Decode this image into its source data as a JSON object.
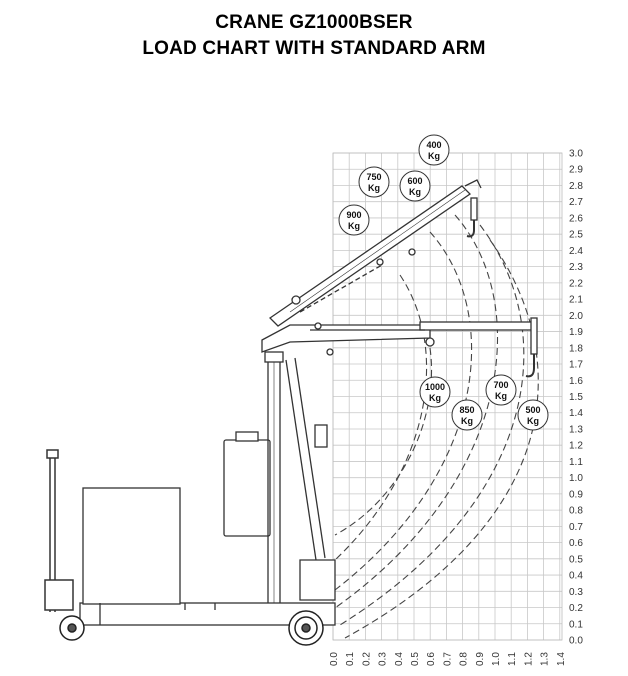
{
  "title": {
    "line1": "CRANE GZ1000BSER",
    "line2": "LOAD CHART WITH STANDARD ARM"
  },
  "axes": {
    "x_ticks": [
      "0.0",
      "0.1",
      "0.2",
      "0.3",
      "0.4",
      "0.5",
      "0.6",
      "0.7",
      "0.8",
      "0.9",
      "1.0",
      "1.1",
      "1.2",
      "1.3",
      "1.4"
    ],
    "y_ticks": [
      "0.0",
      "0.1",
      "0.2",
      "0.3",
      "0.4",
      "0.5",
      "0.6",
      "0.7",
      "0.8",
      "0.9",
      "1.0",
      "1.1",
      "1.2",
      "1.3",
      "1.4",
      "1.5",
      "1.6",
      "1.7",
      "1.8",
      "1.9",
      "2.0",
      "2.1",
      "2.2",
      "2.3",
      "2.4",
      "2.5",
      "2.6",
      "2.7",
      "2.8",
      "2.9",
      "3.0"
    ]
  },
  "load_badges": [
    {
      "value": "400",
      "unit": "Kg"
    },
    {
      "value": "750",
      "unit": "Kg"
    },
    {
      "value": "600",
      "unit": "Kg"
    },
    {
      "value": "900",
      "unit": "Kg"
    },
    {
      "value": "1000",
      "unit": "Kg"
    },
    {
      "value": "700",
      "unit": "Kg"
    },
    {
      "value": "850",
      "unit": "Kg"
    },
    {
      "value": "500",
      "unit": "Kg"
    }
  ]
}
